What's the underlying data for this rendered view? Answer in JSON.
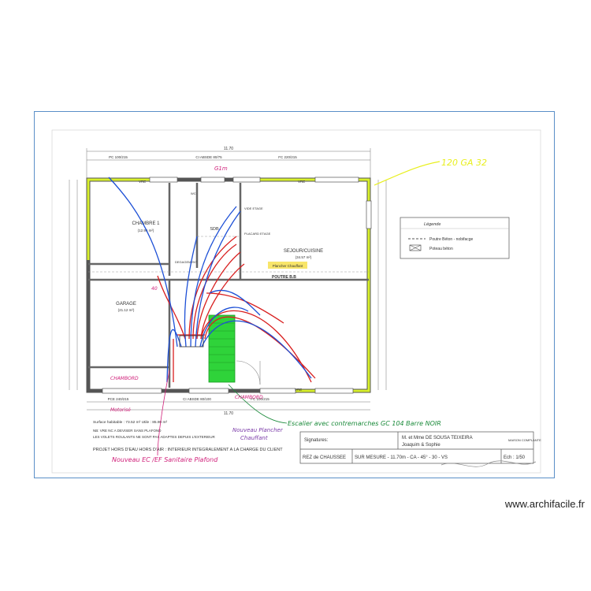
{
  "rooms": {
    "chambre": "CHAMBRE 1",
    "chambre_area": "(12.96 m²)",
    "sdb": "SDB",
    "sejour": "SEJOUR/CUISINE",
    "sejour_area": "(34.57 m²)",
    "garage": "GARAGE",
    "garage_area": "(21.12 m²)",
    "degagement": "DEGAGEMENT"
  },
  "labels": {
    "poutre": "POUTRE B.B",
    "vide_etage": "VIDE ETAGE",
    "placard_etage": "PLACARD ETAGE",
    "wc": "WC",
    "vre": "VRE",
    "fill_label": "Plancher Chauffant"
  },
  "dims": {
    "total_width": "11.70",
    "bottom_width": "11.70",
    "top_segments": [
      "PC 100/215",
      "CI ABSDE 80/75",
      "FC 220/215"
    ],
    "bottom_segments": [
      "PCE 240/215",
      "CI ABSDE 80/100",
      "FC 100/215"
    ]
  },
  "legend": {
    "title": "Légende",
    "item1": "Poutre Béton - nobifacge",
    "item2": "Poteau béton"
  },
  "notes": {
    "surface": "Surface habitable : 73.52 m²   Utile : 85.90 m²",
    "line1": "NB: VRE NC A DEVISER SANS PLAFOND",
    "line2": "LES VOLETS ROULANTS NE SONT PAS ADAPTES DEPUIS L'EXTERIEUR",
    "projet": "PROJET HORS D'EAU HORS D'AIR : INTERIEUR INTEGRALEMENT A LA CHARGE DU CLIENT"
  },
  "annotations": {
    "green_top": "120 GA 32",
    "pink_top": "G1m",
    "escalier": "Escalier avec contremarches GC 104 Barre NOIR",
    "nouveau_plancher_1": "Nouveau Plancher",
    "nouveau_plancher_2": "Chauffant",
    "nouveau_ec": "Nouveau EC /EF Sanitaire Plafond",
    "chambord_1": "CHAMBORD",
    "chambord_2": "CHAMBORD",
    "motorise": "Motorisé",
    "r40": "40"
  },
  "titleblock": {
    "signatures": "Signatures:",
    "client1": "M. et Mme DE SOUSA TEIXEIRA",
    "client2": "Joaquim & Sophie",
    "niveau": "REZ de CHAUSSEE",
    "modele": "SUR MESURE - 11.70m - CA - 45° - 30 - VS",
    "echelle": "Ech : 1/50",
    "brand": "MAISON COMPLANTE"
  },
  "watermark": "www.archifacile.fr",
  "colors": {
    "frame": "#5a8fc8",
    "wall": "#555555",
    "wall_highlight": "#d8f02a",
    "pipe_red": "#d81e1e",
    "pipe_blue": "#1c4fd6",
    "stair_fill": "#2fd33a",
    "annot_green": "#1a8a3a",
    "annot_pink": "#d0207a",
    "annot_purple": "#7a3aa8"
  }
}
